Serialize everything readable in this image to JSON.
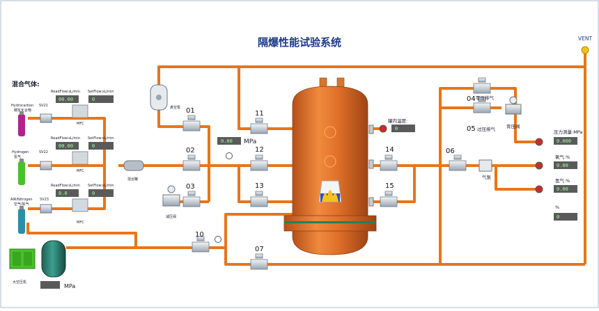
{
  "title": "隔爆性能试验系统",
  "vent_label": "VENT",
  "mixed_gas_label": "混合气体:",
  "gases": [
    {
      "name": "Hydrocarbon",
      "sub": "碳氢化合物",
      "sv": "SV21",
      "read_label": "ReadFlow:sL/min",
      "set_label": "SetFlow:sL/min",
      "mfc": "MFC",
      "read_value": "00.00",
      "set_value": "0"
    },
    {
      "name": "Hydrogen",
      "sub": "氢气",
      "sv": "SV22",
      "read_label": "ReadFlow:sL/min",
      "set_label": "SetFlow:sL/min",
      "mfc": "MFC",
      "read_value": "00.00",
      "set_value": "0"
    },
    {
      "name": "AIR/Nitrogen",
      "sub": "空气/氮气",
      "sv": "SV23",
      "read_label": "ReadFlow:sL/min",
      "set_label": "SetFlow:sL/min",
      "mfc": "MFC",
      "read_value": "0.0",
      "set_value": "0"
    }
  ],
  "mix_tank_label": "混合罐",
  "vacuum_pump_label": "真空泵",
  "reducer_label": "减压阀",
  "compressor_label": "大空压机",
  "compressor_unit": "MPa",
  "valves": {
    "v01": "01",
    "v02": "02",
    "v03": "03",
    "v10": "10",
    "v11": "11",
    "v12": "12",
    "v13": "13",
    "v14": "14",
    "v15": "15",
    "v07": "07",
    "v06": "06",
    "v04": "04",
    "v05": "05"
  },
  "pressure_unit": "MPa",
  "pressure_value": "0.00",
  "tank_temp_label": "罐内温度:",
  "tank_temp_value": "0",
  "v04_desc": "零压排气",
  "v05_desc": "过压排气",
  "backpressure_label": "背压阀",
  "pump_label": "气泵",
  "pressure_measure_label": "压力测量:MPa",
  "pressure_measure_value": "0.000",
  "oxygen_label": "氧气:%",
  "oxygen_value": "0.00",
  "hydrogen_label": "氢气:%",
  "hydrogen_value": "0.00",
  "percent_label": "%",
  "percent_value": "0",
  "colors": {
    "pipe": "#e8751a",
    "tank": "#e0702a",
    "lcd_bg": "#5a5a5a",
    "lcd_text": "#9fffa0"
  }
}
